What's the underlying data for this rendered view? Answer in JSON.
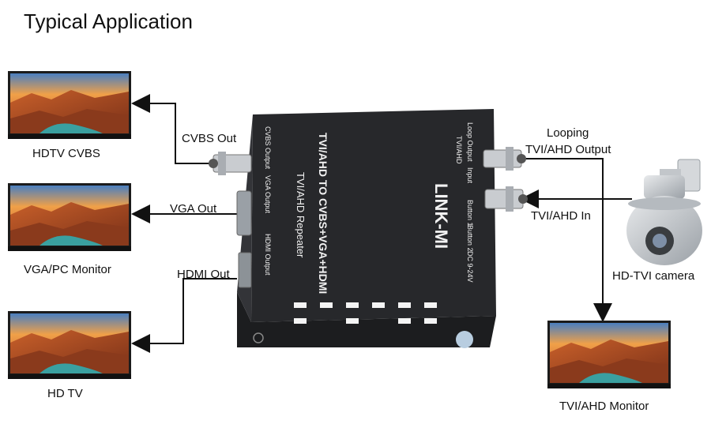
{
  "title": "Typical Application",
  "outputs": {
    "cvbs_link": "CVBS Out",
    "vga_link": "VGA Out",
    "hdmi_link": "HDMI Out"
  },
  "inputs": {
    "looping_line1": "Looping",
    "looping_line2": "TVI/AHD Output",
    "tvi_in": "TVI/AHD In"
  },
  "displays": {
    "hdtv_cvbs": "HDTV CVBS",
    "vga_monitor": "VGA/PC Monitor",
    "hd_tv": "HD TV",
    "tvi_ahd_monitor": "TVI/AHD Monitor"
  },
  "camera": "HD-TVI camera",
  "device": {
    "main_text": "TVI/AHD TO CVBS+VGA+HDMI",
    "sub_text": "TVI/AHD Repeater",
    "brand": "LINK-MI",
    "port_cvbs": "CVBS Output",
    "port_vga": "VGA Output",
    "port_hdmi": "HDMI Output",
    "port_loop": "Loop Output",
    "port_tvi": "TVI/AHD",
    "port_input": "Input",
    "button1": "Button 1",
    "button2": "Button 2",
    "power": "DC 9-24V"
  },
  "colors": {
    "line": "#111111",
    "device_body": "#2a2b2e",
    "screen_sky": "#f0a048"
  }
}
